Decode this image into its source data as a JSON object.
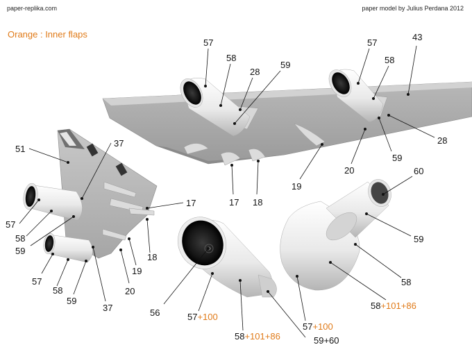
{
  "header": {
    "site": "paper-replika.com",
    "credit": "paper model by Julius Perdana 2012"
  },
  "legend": {
    "text": "Orange : Inner flaps",
    "color": "#e07a18"
  },
  "colors": {
    "text": "#111111",
    "accent": "#e07a18",
    "background": "#ffffff"
  },
  "labels": {
    "main_wing": [
      "57",
      "58",
      "28",
      "59",
      "57",
      "58",
      "43",
      "28",
      "59",
      "20",
      "19",
      "17",
      "18"
    ],
    "small_wing": [
      "51",
      "37",
      "17",
      "18",
      "57",
      "58",
      "59",
      "57",
      "58",
      "59",
      "37",
      "20",
      "19"
    ],
    "engine_front": {
      "n56": "56",
      "n57": "57",
      "plus100": "+100",
      "n58": "58",
      "plus101": "+101",
      "plus86": "+86",
      "n59_60": "59+60"
    },
    "engine_rear": {
      "n60": "60",
      "n59": "59",
      "n58": "58",
      "n58b": "58",
      "plus101": "+101",
      "plus86": "+86",
      "n57": "57",
      "plus100": "+100"
    }
  }
}
